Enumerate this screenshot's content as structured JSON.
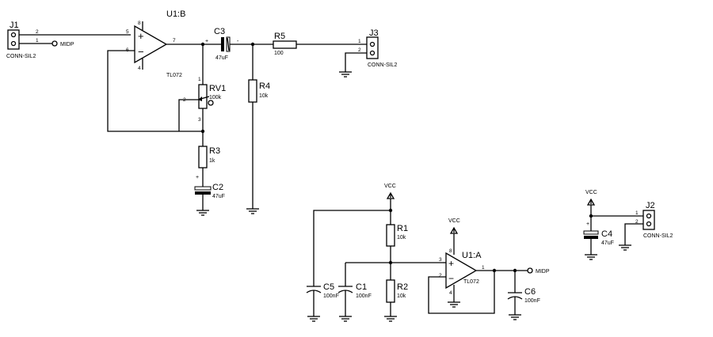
{
  "net_labels": {
    "midp": "MIDP",
    "vcc": "VCC"
  },
  "connectors": {
    "j1": {
      "ref": "J1",
      "value": "CONN-SIL2",
      "pins": [
        "2",
        "1"
      ]
    },
    "j2": {
      "ref": "J2",
      "value": "CONN-SIL2",
      "pins": [
        "1",
        "2"
      ]
    },
    "j3": {
      "ref": "J3",
      "value": "CONN-SIL2",
      "pins": [
        "1",
        "2"
      ]
    }
  },
  "opamps": {
    "u1b": {
      "ref": "U1:B",
      "value": "TL072",
      "pins": [
        "5",
        "6",
        "7",
        "8",
        "4"
      ]
    },
    "u1a": {
      "ref": "U1:A",
      "value": "TL072",
      "pins": [
        "3",
        "2",
        "1",
        "8",
        "4"
      ]
    }
  },
  "resistors": {
    "r1": {
      "ref": "R1",
      "value": "10k"
    },
    "r2": {
      "ref": "R2",
      "value": "10k"
    },
    "r3": {
      "ref": "R3",
      "value": "1k"
    },
    "r4": {
      "ref": "R4",
      "value": "10k"
    },
    "r5": {
      "ref": "R5",
      "value": "100"
    }
  },
  "potentiometer": {
    "ref": "RV1",
    "value": "100k",
    "pins": [
      "1",
      "2",
      "3"
    ]
  },
  "capacitors": {
    "c1": {
      "ref": "C1",
      "value": "100nF"
    },
    "c2": {
      "ref": "C2",
      "value": "47uF"
    },
    "c3": {
      "ref": "C3",
      "value": "47uF"
    },
    "c4": {
      "ref": "C4",
      "value": "47uF"
    },
    "c5": {
      "ref": "C5",
      "value": "100nF"
    },
    "c6": {
      "ref": "C6",
      "value": "100nF"
    }
  },
  "symbols": {
    "plus": "+",
    "minus": "−",
    "plus_small": "+",
    "minus_small": "-"
  }
}
